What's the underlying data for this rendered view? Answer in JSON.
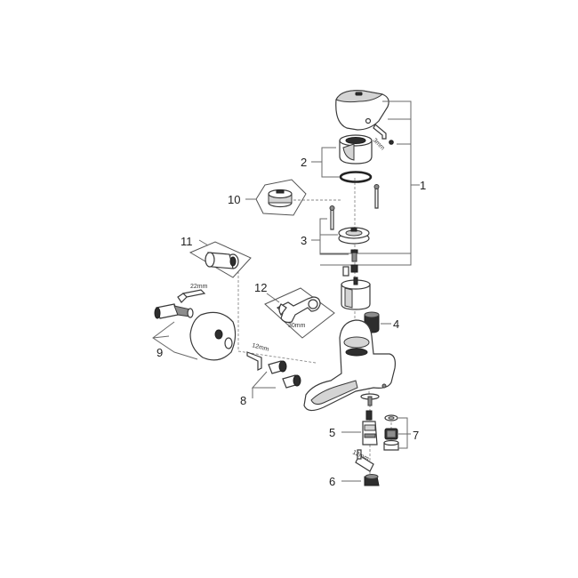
{
  "callouts": {
    "n1": "1",
    "n2": "2",
    "n3": "3",
    "n4": "4",
    "n5": "5",
    "n6": "6",
    "n7": "7",
    "n8": "8",
    "n9": "9",
    "n10": "10",
    "n11": "11",
    "n12": "12"
  },
  "tool_sizes": {
    "hex_3mm": "3mm",
    "hex_22mm": "22mm",
    "hex_12mm_a": "12mm",
    "hex_12mm_b": "12mm",
    "wrench_30mm": "30mm"
  }
}
